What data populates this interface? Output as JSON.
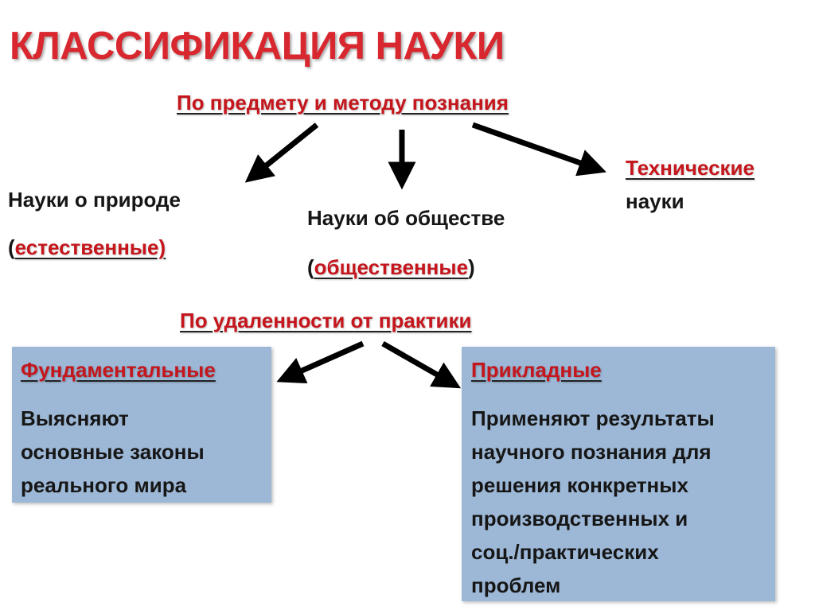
{
  "title": "КЛАССИФИКАЦИЯ НАУКИ",
  "criteria": {
    "subject_method": "По предмету и методу познания",
    "practice_distance": "По удаленности от практики"
  },
  "nature": {
    "line1": "Науки о природе",
    "open_paren": "(",
    "label": "естественные)"
  },
  "society": {
    "line1": "Науки об обществе",
    "open_paren": "(",
    "label": "общественные",
    "close_paren": ")"
  },
  "technical": {
    "line1": "Технические",
    "line2": "науки"
  },
  "fundamental": {
    "title": "Фундаментальные",
    "body": "Выясняют\nосновные законы\nреального мира"
  },
  "applied": {
    "title": "Прикладные",
    "body": "Применяют результаты\nнаучного познания для\nрешения конкретных\nпроизводственных и\nсоц./практических\nпроблем"
  }
}
